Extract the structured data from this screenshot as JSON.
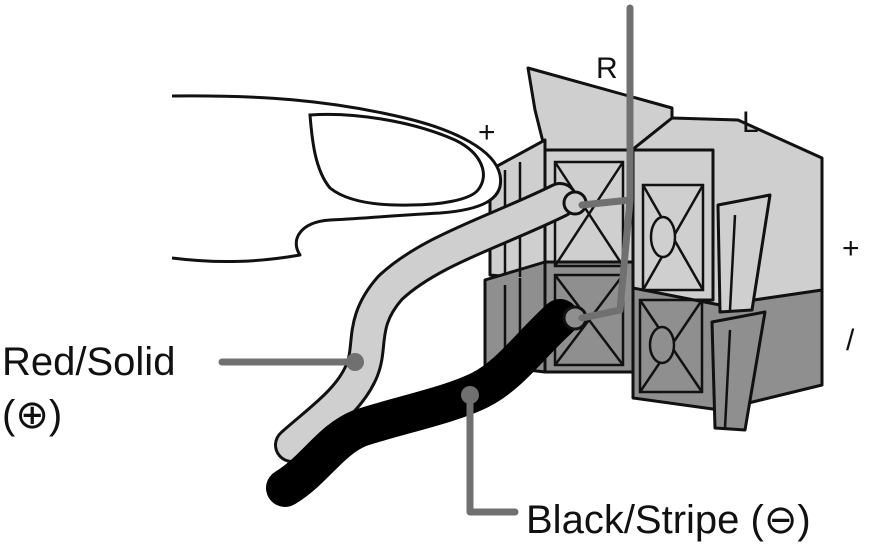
{
  "labels": {
    "channel_right": "R",
    "channel_left": "L",
    "polarity_plus_top": "+",
    "polarity_plus_side": "+",
    "polarity_minus_side": "/",
    "red_wire_line1": "Red/Solid",
    "red_wire_line2": "(⊕)",
    "black_wire": "Black/Stripe (⊖)"
  },
  "colors": {
    "outline": "#111111",
    "terminal_light": "#cfcfcf",
    "terminal_dark": "#8f8f8f",
    "leader_line": "#707070",
    "wire_black": "#000000"
  }
}
